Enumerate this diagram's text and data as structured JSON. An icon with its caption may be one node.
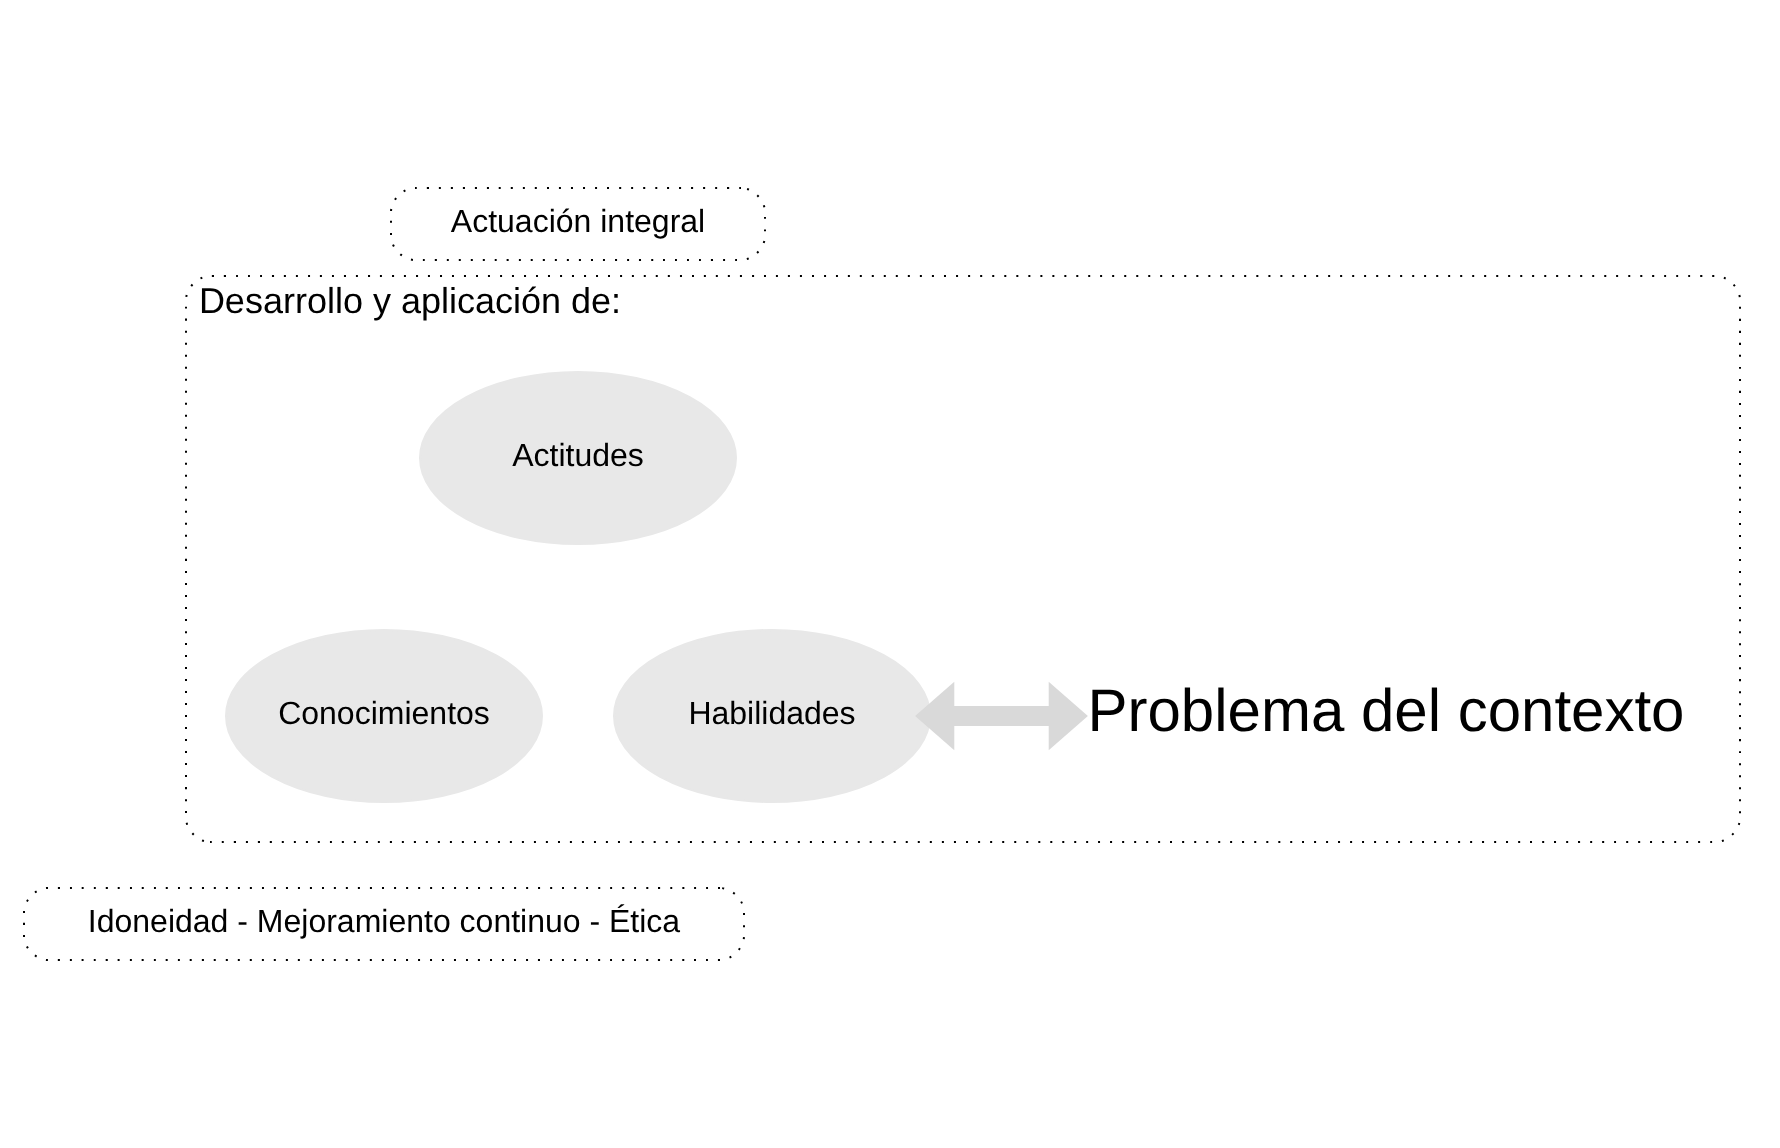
{
  "diagram": {
    "nodes": [
      {
        "text": [
          "Actuación integral"
        ]
      },
      {
        "text": [
          "Desarrollo y aplicación de:"
        ]
      },
      {
        "text": [
          "Actitudes"
        ],
        "in": 1
      },
      {
        "text": [
          "Conocimientos"
        ],
        "in": 1
      },
      {
        "text": [
          "Habilidades"
        ],
        "in": 1
      },
      {
        "text": [
          "Problema del contexto"
        ],
        "in": 1
      },
      {
        "text": [
          "Idoneidad - Mejoramiento continuo - Ética"
        ]
      }
    ],
    "edges": [
      {
        "from": 4,
        "to": 5,
        "arrow": "both"
      }
    ]
  }
}
